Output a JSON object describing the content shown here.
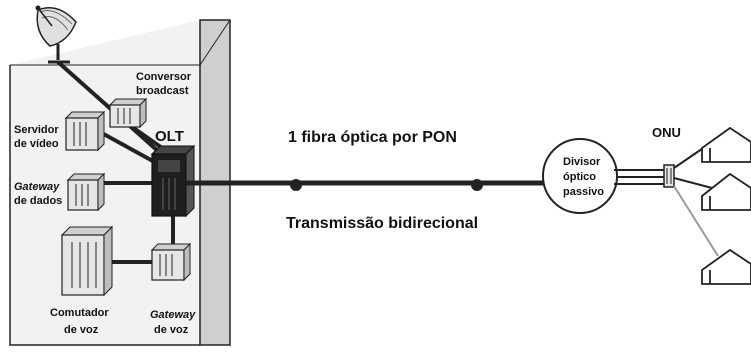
{
  "labels": {
    "conversor_line1": "Conversor",
    "conversor_line2": "broadcast",
    "servidor_line1": "Servidor",
    "servidor_line2": "de vídeo",
    "olt": "OLT",
    "gateway_dados_line1": "Gateway",
    "gateway_dados_line2": "de dados",
    "comutador_line1": "Comutador",
    "comutador_line2": "de voz",
    "gateway_voz_line1": "Gateway",
    "gateway_voz_line2": "de voz",
    "fibra": "1 fibra óptica por PON",
    "transmissao": "Transmissão bidirecional",
    "divisor_line1": "Divisor",
    "divisor_line2": "óptico",
    "divisor_line3": "passivo",
    "onu": "ONU"
  },
  "colors": {
    "line": "#222222",
    "wall_fill": "#f2f2f2",
    "equipment_fill": "#e6e6e6",
    "olt_fill": "#1e1e1e",
    "gray_link": "#9a9a9a"
  },
  "icons": [
    "satellite-dish-icon",
    "server-icon",
    "house-icon"
  ]
}
